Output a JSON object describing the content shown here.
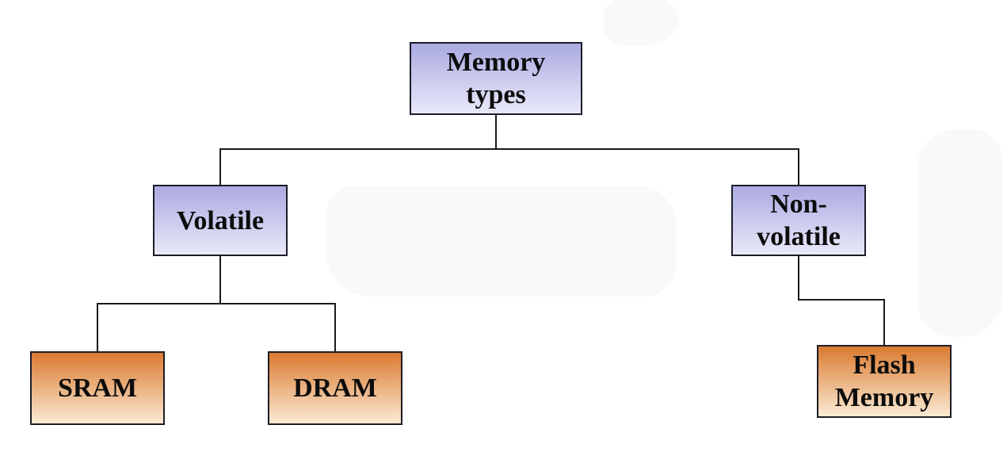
{
  "diagram": {
    "type": "tree",
    "title": "Memory types",
    "nodes": {
      "memory_types": {
        "label": "Memory\ntypes",
        "style": "blue",
        "level": 0
      },
      "volatile": {
        "label": "Volatile",
        "style": "blue",
        "level": 1
      },
      "non_volatile": {
        "label": "Non-\nvolatile",
        "style": "blue",
        "level": 1
      },
      "sram": {
        "label": "SRAM",
        "style": "orange",
        "level": 2
      },
      "dram": {
        "label": "DRAM",
        "style": "orange",
        "level": 2
      },
      "flash_memory": {
        "label": "Flash\nMemory",
        "style": "orange",
        "level": 2
      }
    },
    "edges": [
      {
        "from": "memory_types",
        "to": "volatile"
      },
      {
        "from": "memory_types",
        "to": "non_volatile"
      },
      {
        "from": "volatile",
        "to": "sram"
      },
      {
        "from": "volatile",
        "to": "dram"
      },
      {
        "from": "non_volatile",
        "to": "flash_memory"
      }
    ]
  },
  "colors": {
    "blue_top": "#abaae2",
    "blue_bottom": "#e9e9f9",
    "orange_top": "#db7a30",
    "orange_bottom": "#fbead3",
    "node_border": "#1d1d28",
    "connector": "#1a1a1a",
    "text": "#0d0d0d",
    "background": "#ffffff",
    "smudge": "#f8f9fa"
  }
}
